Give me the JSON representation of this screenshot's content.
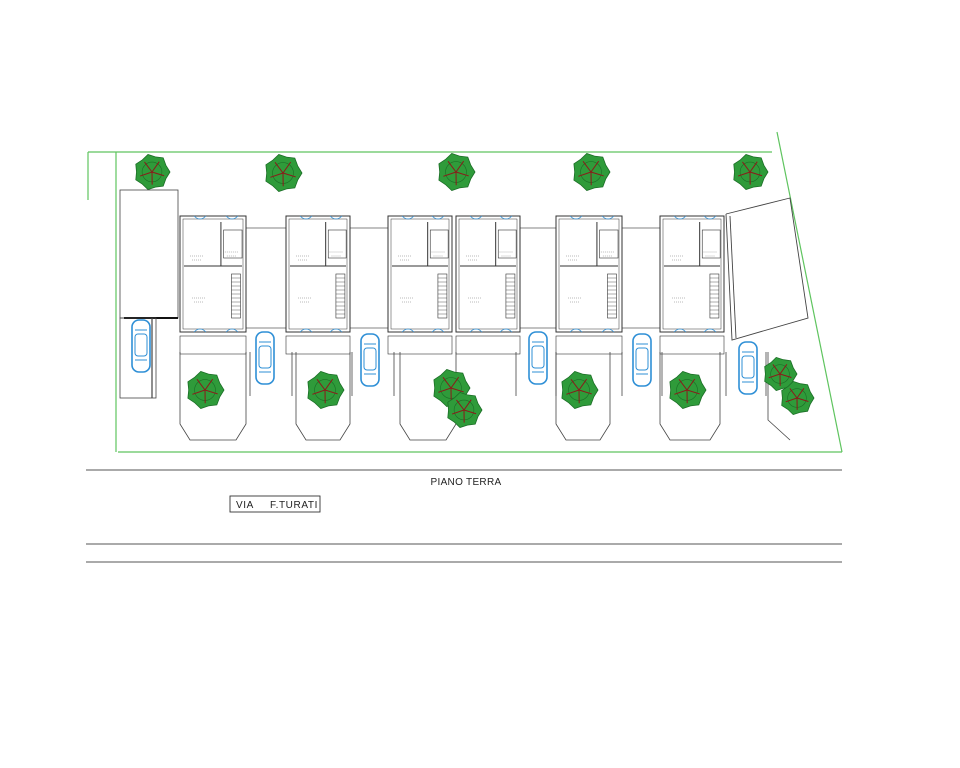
{
  "plan": {
    "title": "PIANO TERRA",
    "street": {
      "prefix": "VIA",
      "name": "F.TURATI"
    },
    "units": [
      {
        "id": "unit-1"
      },
      {
        "id": "unit-2"
      },
      {
        "id": "unit-3"
      },
      {
        "id": "unit-4"
      },
      {
        "id": "unit-5"
      },
      {
        "id": "unit-6"
      }
    ],
    "icons": {
      "tree": "tree-icon",
      "car": "car-icon",
      "door": "door-swing-icon",
      "stair": "staircase-icon"
    },
    "colors": {
      "boundary": "#5fc45f",
      "walls": "#333333",
      "tree_fill": "#2f9b3a",
      "tree_dark": "#1b6e26",
      "tree_trunk": "#8b1a1a",
      "car": "#2e8fd6",
      "street_line": "#555555"
    }
  }
}
